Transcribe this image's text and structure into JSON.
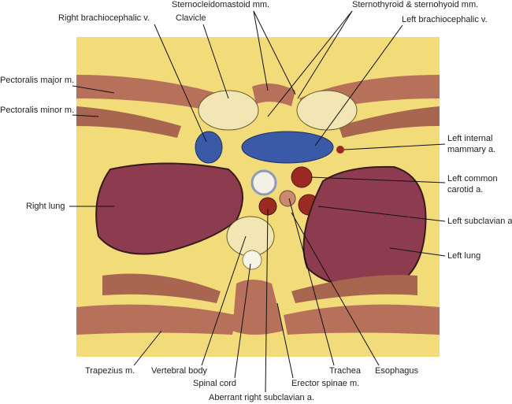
{
  "labels": {
    "right_brachiocephalic_v": "Right brachiocephalic v.",
    "clavicle": "Clavicle",
    "sternocleidomastoid": "Sternocleidomastoid mm.",
    "sternothyroid": "Sternothyroid & sternohyoid mm.",
    "left_brachiocephalic_v": "Left brachiocephalic v.",
    "pectoralis_major": "Pectoralis major m.",
    "pectoralis_minor": "Pectoralis minor m.",
    "left_internal_mammary_1": "Left internal",
    "left_internal_mammary_2": "mammary a.",
    "left_common_carotid_1": "Left common",
    "left_common_carotid_2": "carotid a.",
    "right_lung": "Right lung",
    "left_subclavian": "Left subclavian a.",
    "left_lung": "Left lung",
    "trapezius": "Trapezius m.",
    "vertebral_body": "Vertebral body",
    "spinal_cord": "Spinal cord",
    "aberrant_right_subclavian": "Aberrant right subclavian a.",
    "erector_spinae": "Erector spinae m.",
    "trachea": "Trachea",
    "esophagus": "Esophagus"
  },
  "colors": {
    "fat": "#f2dc7a",
    "muscle": "#b7715a",
    "lung": "#8c3c4e",
    "bone": "#f1e6b4",
    "vein": "#3a5aa8",
    "artery": "#9a2a22"
  }
}
